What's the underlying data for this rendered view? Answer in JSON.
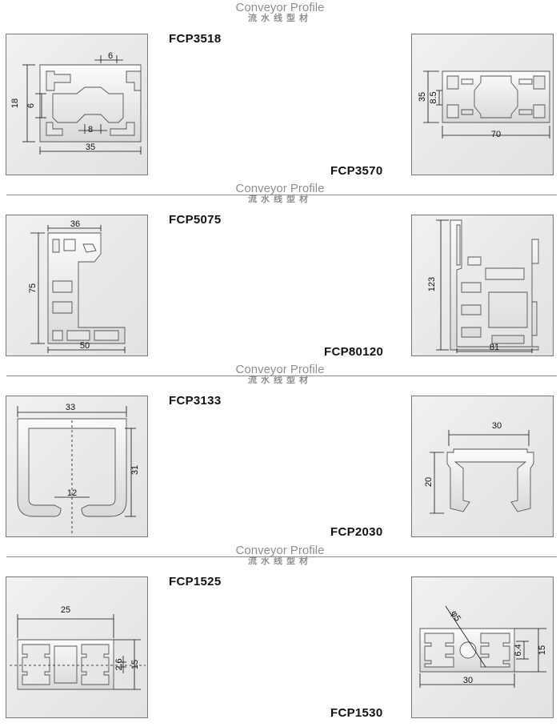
{
  "header": {
    "title": "Conveyor Profile",
    "subtitle": "流水线型材"
  },
  "profiles": [
    {
      "label": "FCP3518",
      "dims": [
        "6",
        "18",
        "6",
        "8",
        "35"
      ]
    },
    {
      "label": "FCP3570",
      "dims": [
        "35",
        "8.5",
        "70"
      ]
    },
    {
      "label": "FCP5075",
      "dims": [
        "36",
        "75",
        "50"
      ]
    },
    {
      "label": "FCP80120",
      "dims": [
        "123",
        "81"
      ]
    },
    {
      "label": "FCP3133",
      "dims": [
        "33",
        "31",
        "12"
      ]
    },
    {
      "label": "FCP2030",
      "dims": [
        "30",
        "20"
      ]
    },
    {
      "label": "FCP1525",
      "dims": [
        "25",
        "2.6",
        "15"
      ]
    },
    {
      "label": "FCP1530",
      "dims": [
        "φ5",
        "6.4",
        "15",
        "30"
      ]
    }
  ]
}
